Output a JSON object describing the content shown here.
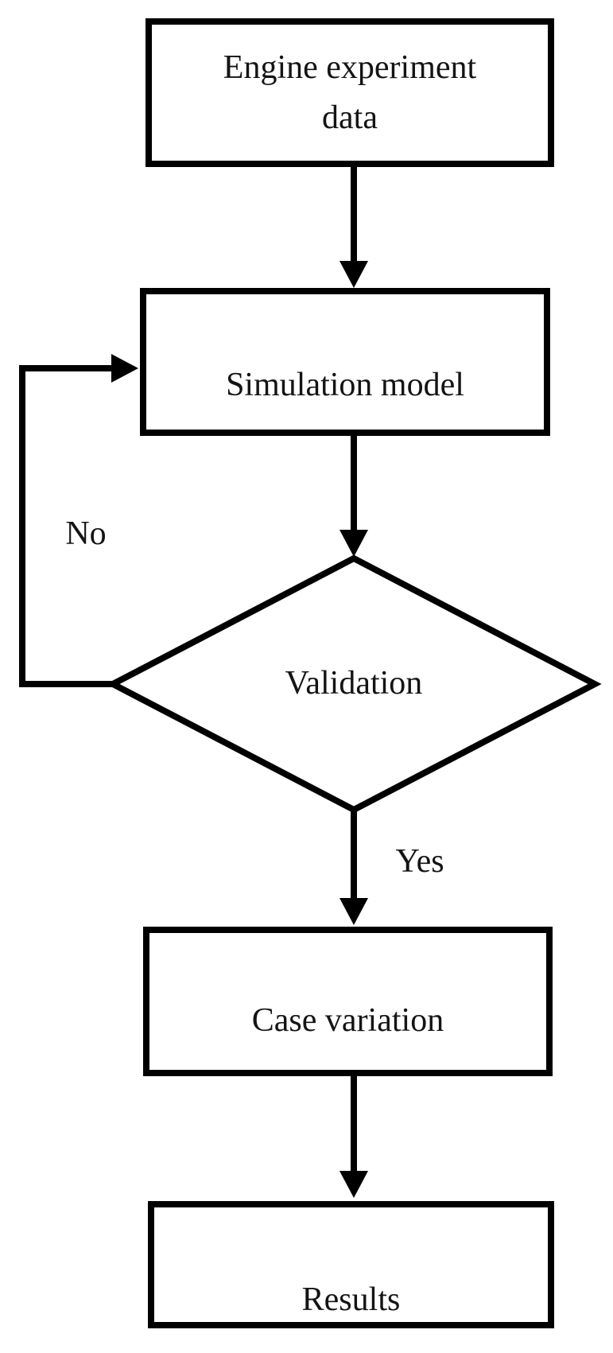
{
  "diagram": {
    "type": "flowchart",
    "colors": {
      "stroke": "#000000",
      "node_fill": "#ffffff",
      "text": "#141414"
    },
    "nodes": [
      {
        "id": "engine-experiment-data",
        "shape": "rectangle",
        "label": "Engine experiment\ndata"
      },
      {
        "id": "simulation-model",
        "shape": "rectangle",
        "label": "Simulation model"
      },
      {
        "id": "validation",
        "shape": "diamond",
        "label": "Validation"
      },
      {
        "id": "case-variation",
        "shape": "rectangle",
        "label": "Case variation"
      },
      {
        "id": "results",
        "shape": "rectangle",
        "label": "Results"
      }
    ],
    "edges": [
      {
        "from": "engine-experiment-data",
        "to": "simulation-model",
        "label": ""
      },
      {
        "from": "simulation-model",
        "to": "validation",
        "label": ""
      },
      {
        "from": "validation",
        "to": "case-variation",
        "label": "Yes"
      },
      {
        "from": "validation",
        "to": "simulation-model",
        "label": "No"
      },
      {
        "from": "case-variation",
        "to": "results",
        "label": ""
      }
    ]
  }
}
